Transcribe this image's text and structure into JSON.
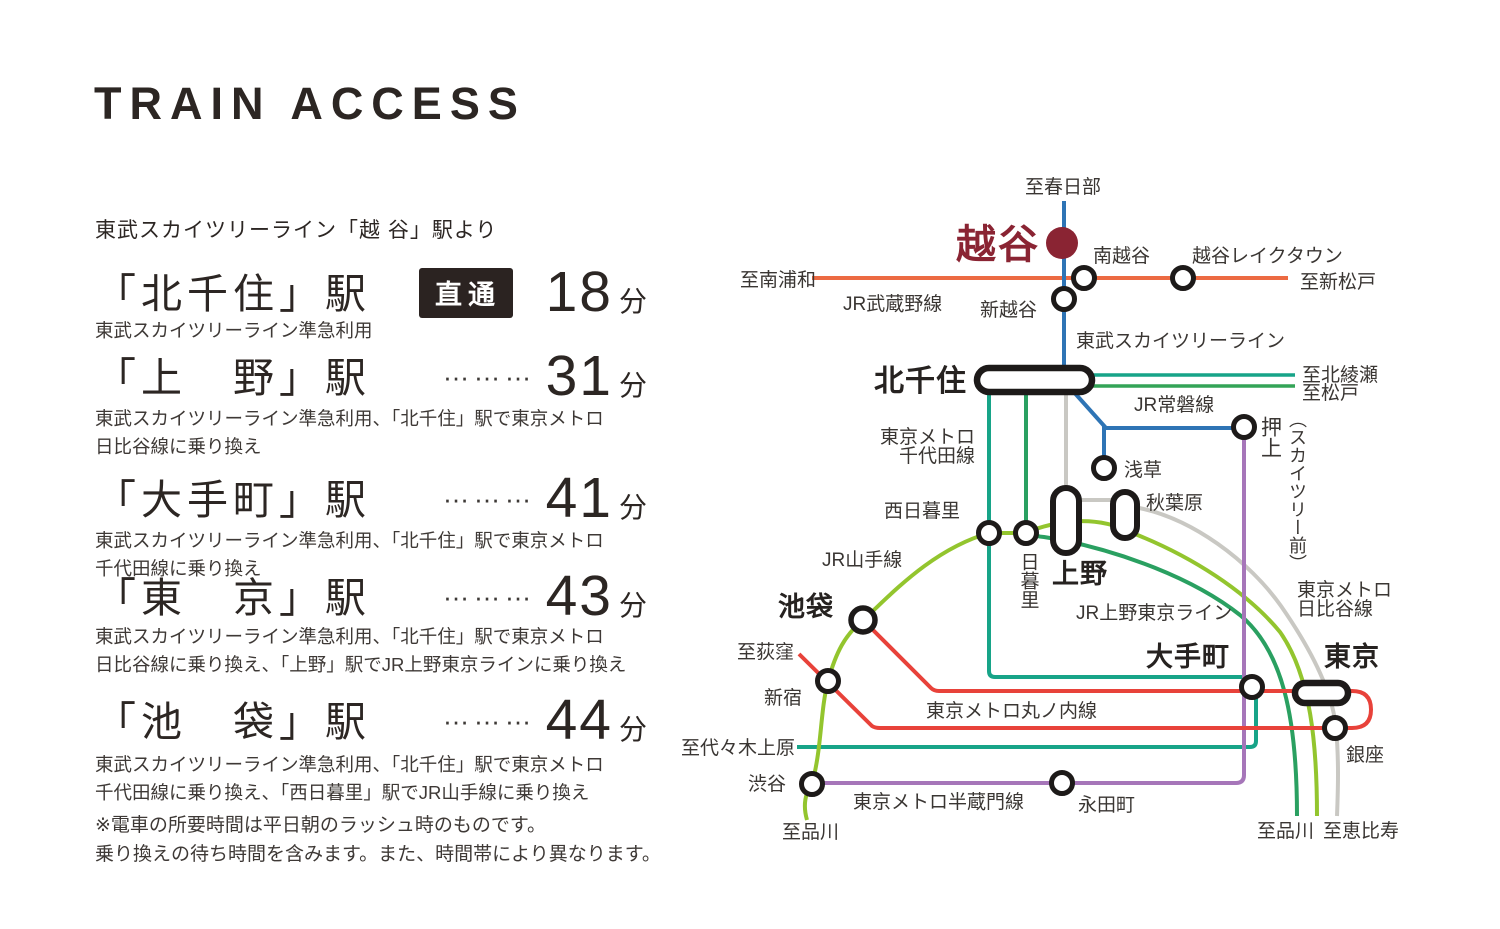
{
  "title": "TRAIN ACCESS",
  "intro": "東武スカイツリーライン「越 谷」駅より",
  "routes": [
    {
      "name": "「北千住」駅",
      "badge": "直通",
      "minutes": "18",
      "unit": "分",
      "notes": [
        "東武スカイツリーライン準急利用"
      ]
    },
    {
      "name": "「上　野」駅",
      "dots": "………",
      "minutes": "31",
      "unit": "分",
      "notes": [
        "東武スカイツリーライン準急利用、「北千住」駅で東京メトロ",
        "日比谷線に乗り換え"
      ]
    },
    {
      "name": "「大手町」駅",
      "dots": "………",
      "minutes": "41",
      "unit": "分",
      "notes": [
        "東武スカイツリーライン準急利用、「北千住」駅で東京メトロ",
        "千代田線に乗り換え"
      ]
    },
    {
      "name": "「東　京」駅",
      "dots": "………",
      "minutes": "43",
      "unit": "分",
      "notes": [
        "東武スカイツリーライン準急利用、「北千住」駅で東京メトロ",
        "日比谷線に乗り換え、「上野」駅でJR上野東京ラインに乗り換え"
      ]
    },
    {
      "name": "「池　袋」駅",
      "dots": "………",
      "minutes": "44",
      "unit": "分",
      "notes": [
        "東武スカイツリーライン準急利用、「北千住」駅で東京メトロ",
        "千代田線に乗り換え、「西日暮里」駅でJR山手線に乗り換え"
      ]
    }
  ],
  "footnotes": [
    "※電車の所要時間は平日朝のラッシュ時のものです。",
    "乗り換えの待ち時間を含みます。また、時間帯により異なります。"
  ],
  "map": {
    "labels": {
      "to_kasukabe": "至春日部",
      "koshigaya": "越谷",
      "minami_koshigaya": "南越谷",
      "koshigaya_laketown": "越谷レイクタウン",
      "to_shinmatsudo": "至新松戸",
      "to_minami_urawa": "至南浦和",
      "jr_musashino": "JR武蔵野線",
      "shin_koshigaya": "新越谷",
      "tobu_skytree_line": "東武スカイツリーライン",
      "kita_senju": "北千住",
      "to_kita_ayase": "至北綾瀬",
      "to_matsudo": "至松戸",
      "jr_joban": "JR常磐線",
      "oshiage": "押上",
      "oshiage_note": "（スカイツリー前）",
      "metro_chiyoda_1": "東京メトロ",
      "metro_chiyoda_2": "千代田線",
      "asakusa": "浅草",
      "akihabara": "秋葉原",
      "nishi_nippori": "西日暮里",
      "nippori": "日暮里",
      "ueno": "上野",
      "jr_yamanote": "JR山手線",
      "ikebukuro": "池袋",
      "jr_ueno_tokyo": "JR上野東京ライン",
      "metro_hibiya_1": "東京メトロ",
      "metro_hibiya_2": "日比谷線",
      "to_ogikubo": "至荻窪",
      "shinjuku": "新宿",
      "metro_marunouchi": "東京メトロ丸ノ内線",
      "otemachi": "大手町",
      "tokyo": "東京",
      "to_yoyogi_uehara": "至代々木上原",
      "shibuya": "渋谷",
      "metro_hanzomon": "東京メトロ半蔵門線",
      "nagatacho": "永田町",
      "ginza": "銀座",
      "to_shinagawa_left": "至品川",
      "to_shinagawa_right": "至品川",
      "to_ebisu": "至恵比寿"
    },
    "colors": {
      "tobu_skytree": "#2e74b5",
      "jr_musashino": "#ec6a42",
      "metro_chiyoda": "#17a488",
      "jr_joban": "#33a457",
      "jr_ueno_tokyo": "#2aa061",
      "jr_yamanote": "#93c52e",
      "metro_hibiya": "#c9c8c3",
      "metro_hanzomon": "#a676b9",
      "metro_marunouchi": "#e8423a",
      "koshigaya_marker": "#8a2433",
      "station_outline": "#1d1a19"
    }
  },
  "theme": {
    "text_primary": "#2c2623",
    "text_secondary": "#3e3936",
    "badge_bg": "#2b2321",
    "badge_text": "#ffffff"
  }
}
